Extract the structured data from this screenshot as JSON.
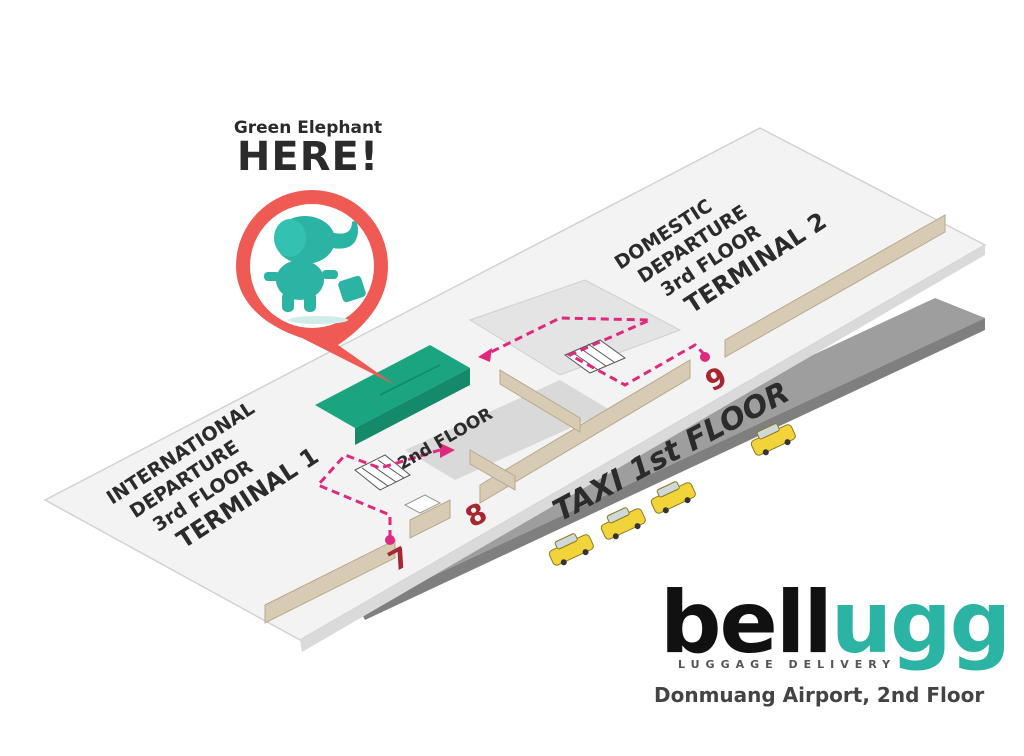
{
  "callout": {
    "line1": "Green Elephant",
    "line2": "HERE!"
  },
  "labels": {
    "terminal1": [
      "INTERNATIONAL",
      "DEPARTURE",
      "3rd FLOOR",
      "TERMINAL 1"
    ],
    "terminal2": [
      "DOMESTIC",
      "DEPARTURE",
      "3rd FLOOR",
      "TERMINAL 2"
    ],
    "second_floor": "2nd FLOOR",
    "taxi": "TAXI 1st FLOOR",
    "gates": [
      "7",
      "8",
      "9"
    ]
  },
  "logo": {
    "word_dark": "bell",
    "word_teal": "ugg",
    "tagline": "LUGGAGE DELIVERY",
    "location": "Donmuang Airport, 2nd Floor"
  },
  "colors": {
    "pin": "#ef5a55",
    "elephant": "#2bb3a3",
    "store": "#1aa580",
    "path": "#e0297e",
    "gate_number": "#a8262f",
    "wall": "#d8cbb4",
    "taxi": "#f2d43a"
  },
  "icons": [
    "location-pin-icon",
    "elephant-icon",
    "taxi-icon"
  ]
}
